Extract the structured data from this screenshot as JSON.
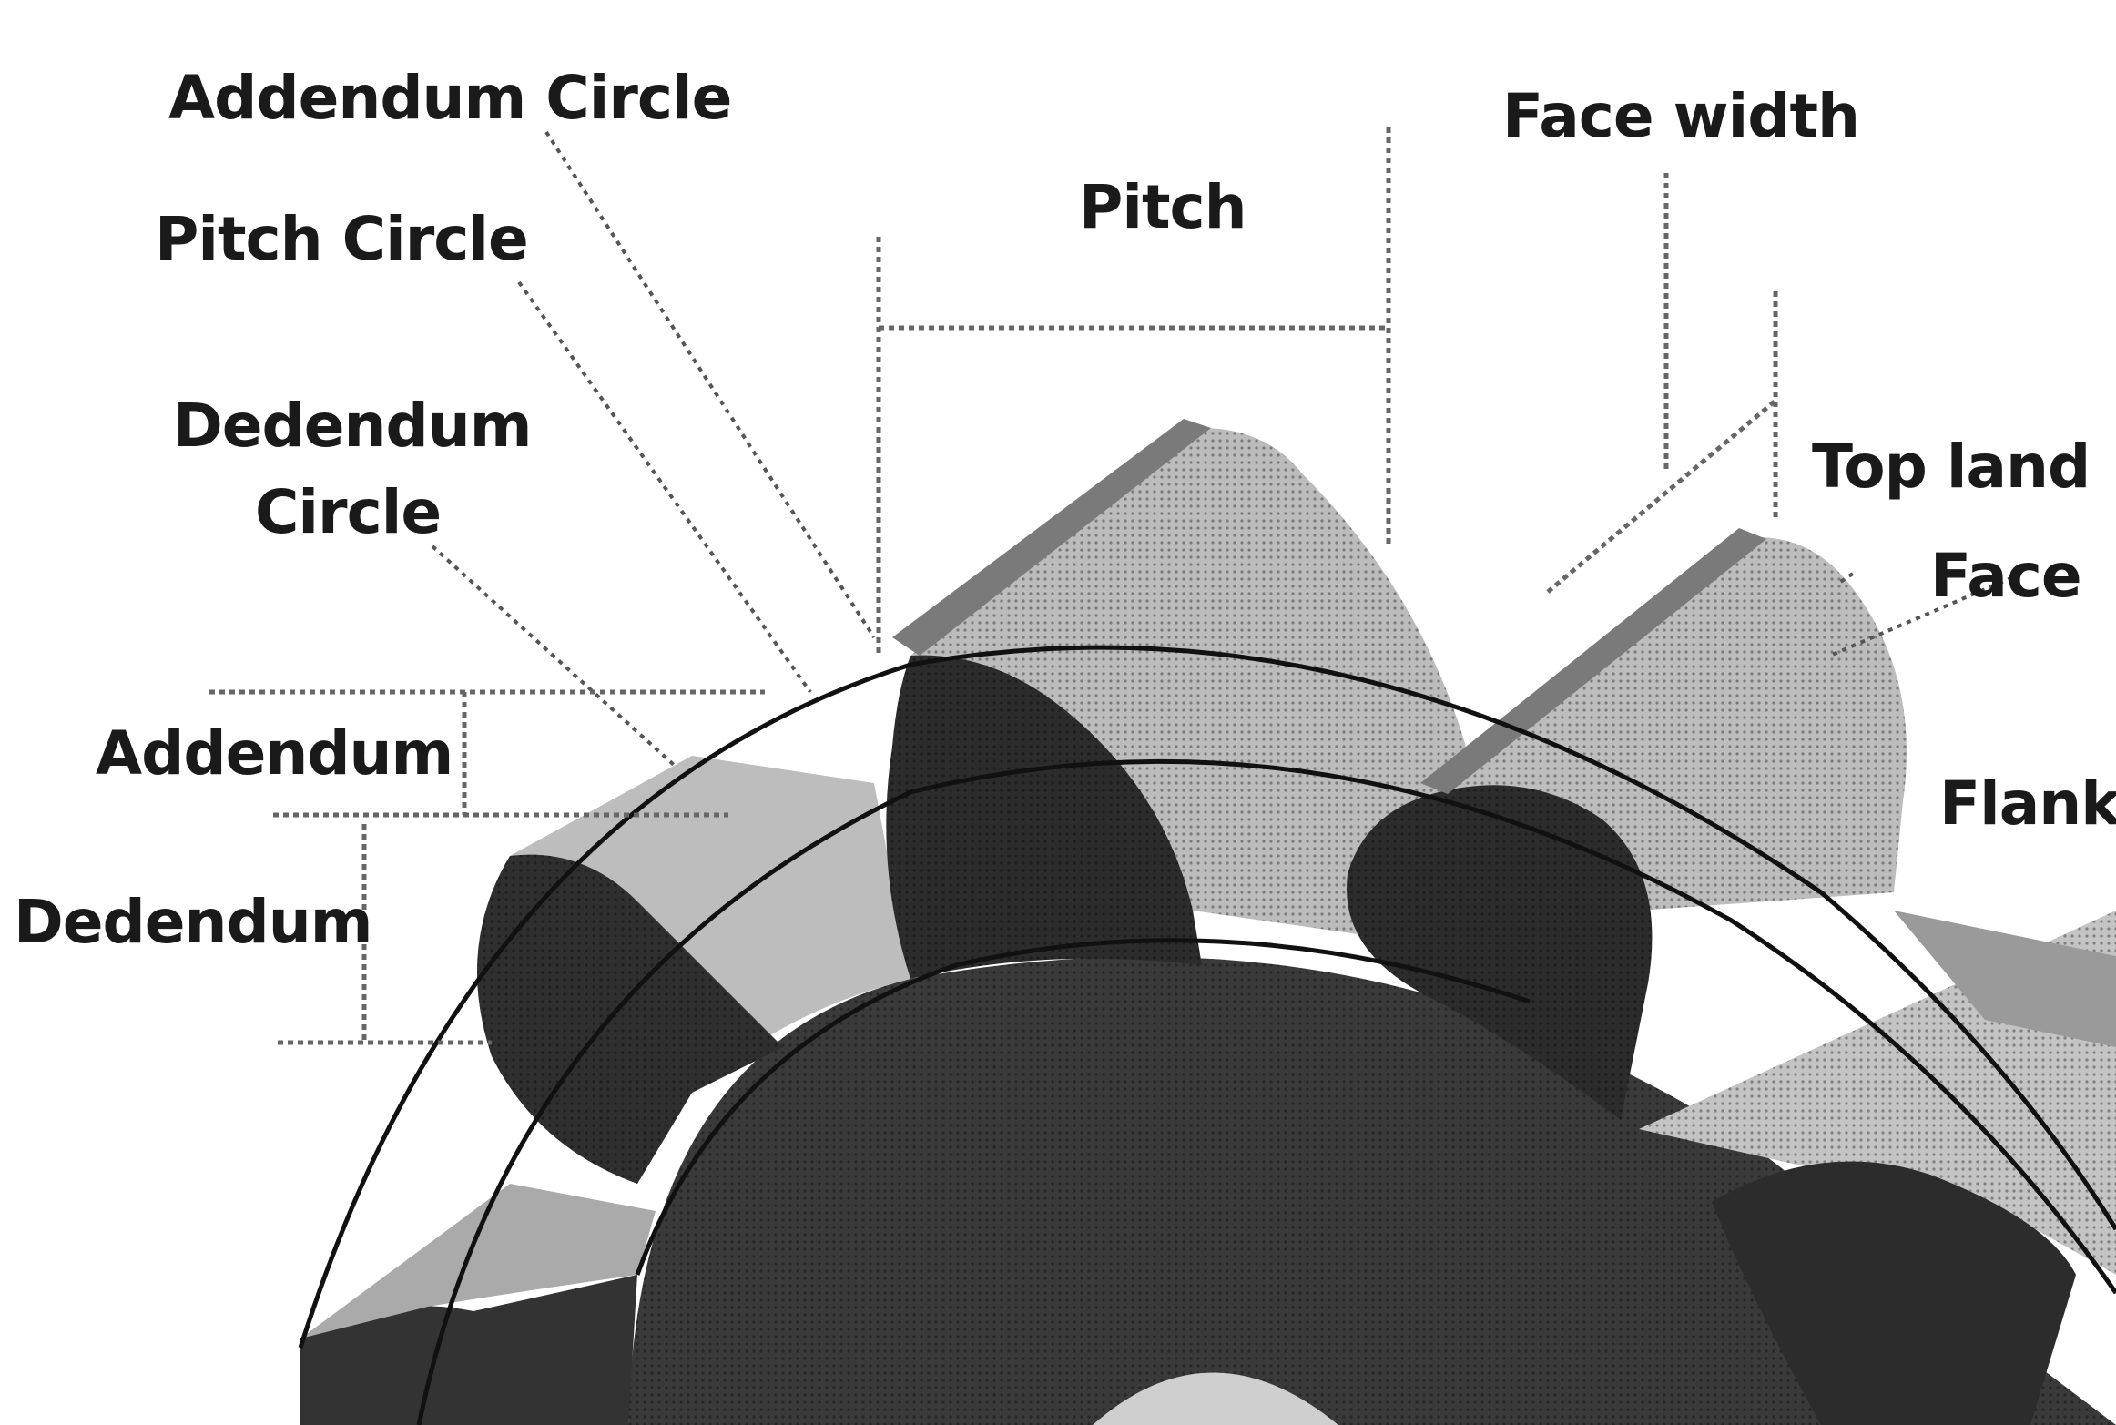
{
  "labels": {
    "addendum_circle": "Addendum Circle",
    "pitch_circle": "Pitch Circle",
    "dedendum_circle_line1": "Dedendum",
    "dedendum_circle_line2": "Circle",
    "addendum": "Addendum",
    "dedendum": "Dedendum",
    "pitch": "Pitch",
    "face_width": "Face width",
    "top_land": "Top land",
    "face": "Face",
    "flank": "Flank"
  },
  "colors": {
    "background": "#ffffff",
    "gear_body": "#3a3a3a",
    "tooth_front": "#2e2e2e",
    "tooth_side": "#9a9a9a",
    "tooth_top": "#c8c8c8"
  }
}
